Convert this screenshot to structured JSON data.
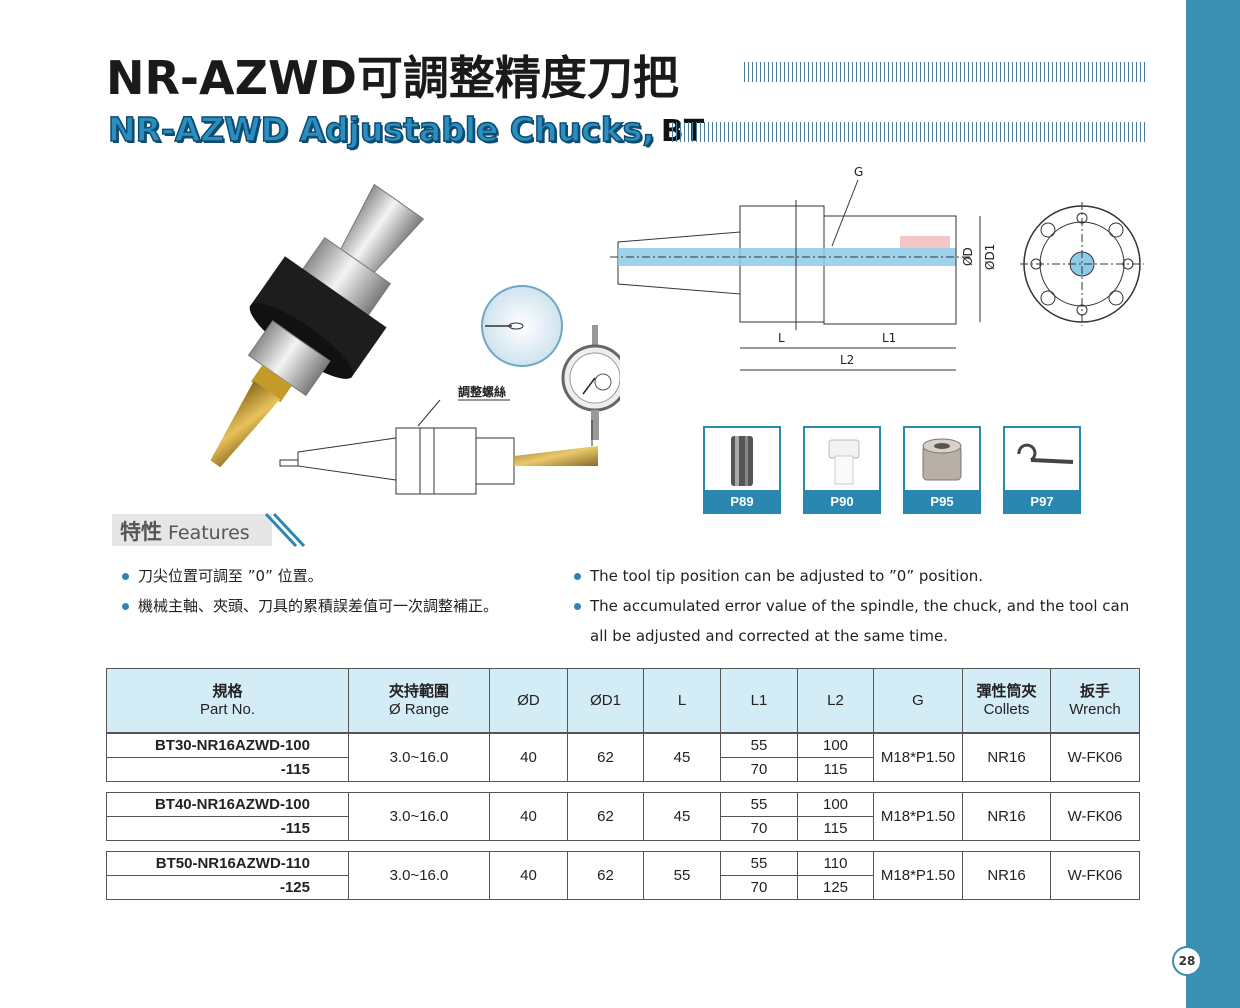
{
  "title": {
    "zh": "NR-AZWD可調整精度刀把",
    "en": "NR-AZWD Adjustable Chucks,",
    "en_suffix": "BT"
  },
  "photo": {
    "callout": "調整螺絲"
  },
  "drawing": {
    "labels": {
      "G": "G",
      "D": "ØD",
      "D1": "ØD1",
      "L": "L",
      "L1": "L1",
      "L2": "L2"
    }
  },
  "accessories": [
    {
      "code": "P89",
      "icon": "collet-icon"
    },
    {
      "code": "P90",
      "icon": "cap-icon"
    },
    {
      "code": "P95",
      "icon": "nut-icon"
    },
    {
      "code": "P97",
      "icon": "wrench-icon"
    }
  ],
  "features": {
    "title_zh": "特性",
    "title_en": "Features",
    "zh": [
      "刀尖位置可調至 ”0” 位置。",
      "機械主軸、夾頭、刀具的累積誤差值可一次調整補正。"
    ],
    "en": [
      "The tool tip position can be adjusted to ”0” position.",
      "The accumulated error value of the spindle, the chuck, and the tool can all be adjusted and corrected at the same time."
    ]
  },
  "table": {
    "headers": [
      {
        "zh": "規格",
        "en": "Part No."
      },
      {
        "zh": "夾持範圍",
        "en": "Ø Range"
      },
      {
        "zh": "",
        "en": "ØD"
      },
      {
        "zh": "",
        "en": "ØD1"
      },
      {
        "zh": "",
        "en": "L"
      },
      {
        "zh": "",
        "en": "L1"
      },
      {
        "zh": "",
        "en": "L2"
      },
      {
        "zh": "",
        "en": "G"
      },
      {
        "zh": "彈性筒夾",
        "en": "Collets"
      },
      {
        "zh": "扳手",
        "en": "Wrench"
      }
    ],
    "groups": [
      {
        "part": "BT30-NR16AZWD-100",
        "part2": "-115",
        "range": "3.0~16.0",
        "D": "40",
        "D1": "62",
        "L": "45",
        "L1": [
          "55",
          "70"
        ],
        "L2": [
          "100",
          "115"
        ],
        "G": "M18*P1.50",
        "collet": "NR16",
        "wrench": "W-FK06"
      },
      {
        "part": "BT40-NR16AZWD-100",
        "part2": "-115",
        "range": "3.0~16.0",
        "D": "40",
        "D1": "62",
        "L": "45",
        "L1": [
          "55",
          "70"
        ],
        "L2": [
          "100",
          "115"
        ],
        "G": "M18*P1.50",
        "collet": "NR16",
        "wrench": "W-FK06"
      },
      {
        "part": "BT50-NR16AZWD-110",
        "part2": "-125",
        "range": "3.0~16.0",
        "D": "40",
        "D1": "62",
        "L": "55",
        "L1": [
          "55",
          "70"
        ],
        "L2": [
          "110",
          "125"
        ],
        "G": "M18*P1.50",
        "collet": "NR16",
        "wrench": "W-FK06"
      }
    ]
  },
  "page_number": "28",
  "colors": {
    "accent": "#2a87b0",
    "band": "#3a8fb2",
    "header_bg": "#d4ecf5"
  }
}
